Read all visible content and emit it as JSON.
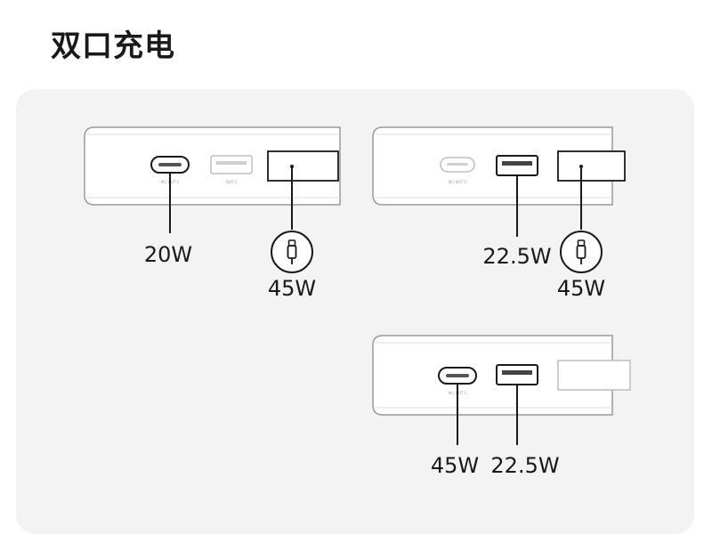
{
  "title": "双口充电",
  "port_labels": {
    "c1": "IN | OUT 1",
    "a_out2": "OUT 2"
  },
  "scenarios": [
    {
      "name": "usb-c-plus-cable",
      "usbc_watt": "20W",
      "cable_watt": "45W"
    },
    {
      "name": "usb-a-plus-cable",
      "usba_watt": "22.5W",
      "cable_watt": "45W"
    },
    {
      "name": "usb-c-plus-usb-a",
      "usbc_watt": "45W",
      "usba_watt": "22.5W"
    }
  ],
  "icons": {
    "cable": "cable-icon",
    "usb_c": "usb-c-port-icon",
    "usb_a": "usb-a-port-icon"
  }
}
